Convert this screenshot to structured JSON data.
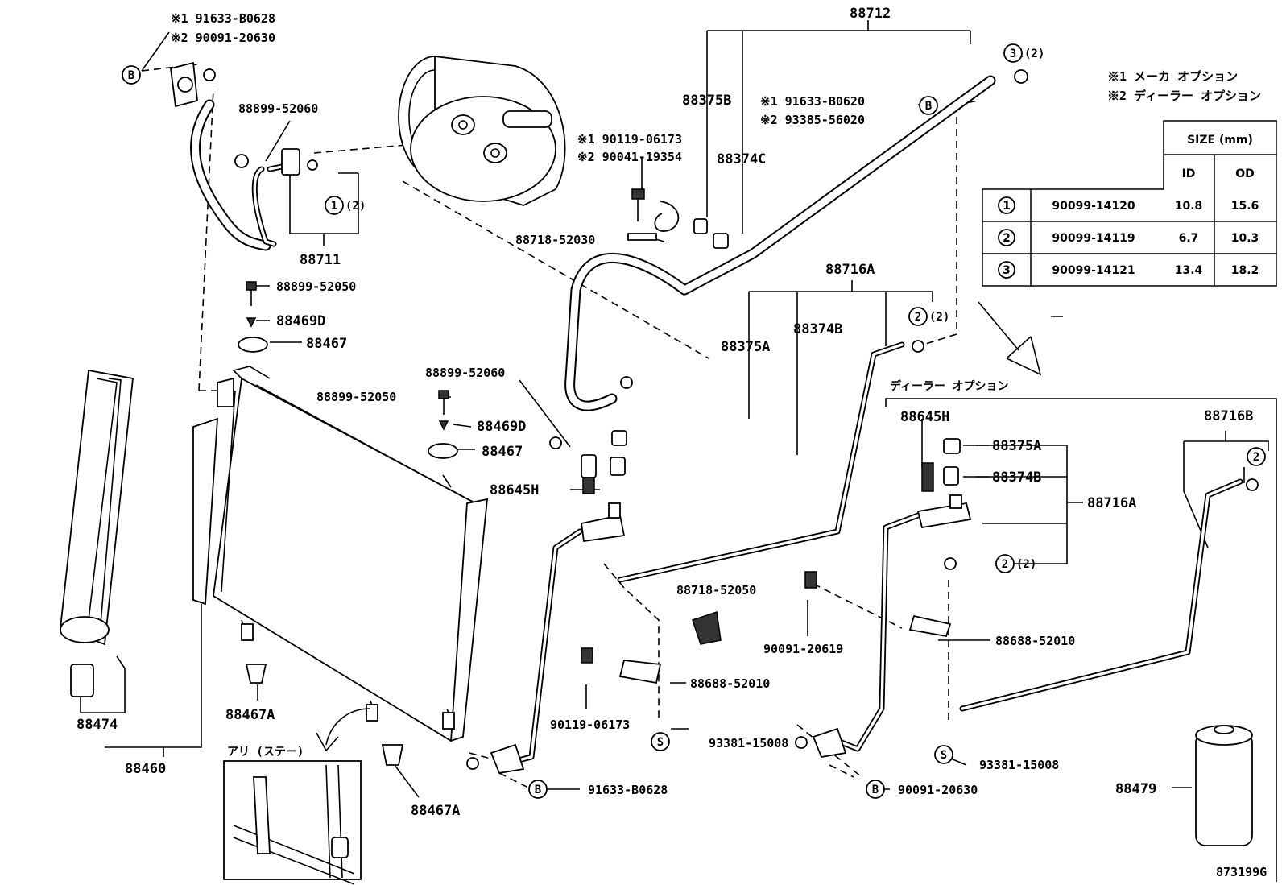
{
  "notes": {
    "legend_1": "※1 メーカ オプション",
    "legend_2": "※2 ディーラー オプション",
    "dealer_option": "ディーラー オプション",
    "inset_label": "アリ (ステー)",
    "diagram_code": "873199G"
  },
  "size_table": {
    "header": "SIZE (mm)",
    "col_id": "ID",
    "col_od": "OD",
    "rows": [
      {
        "ref": "1",
        "part": "90099-14120",
        "id": "10.8",
        "od": "15.6"
      },
      {
        "ref": "2",
        "part": "90099-14119",
        "id": "6.7",
        "od": "10.3"
      },
      {
        "ref": "3",
        "part": "90099-14121",
        "id": "13.4",
        "od": "18.2"
      }
    ]
  },
  "symbols": {
    "b": "B",
    "s": "S",
    "r1": "1",
    "r2": "2",
    "r3": "3",
    "qty2": "(2)"
  },
  "labels": {
    "bolt_b_1_1": "※1 91633-B0628",
    "bolt_b_1_2": "※2 90091-20630",
    "bolt_b_2_1": "※1 91633-B0620",
    "bolt_b_2_2": "※2 93385-56020",
    "bolt_c_1": "※1 90119-06173",
    "bolt_c_2": "※2 90041-19354",
    "p88712": "88712",
    "p88375B": "88375B",
    "p88374C": "88374C",
    "p88899_52060_a": "88899-52060",
    "p88711": "88711",
    "p88718_52030": "88718-52030",
    "p88899_52050_a": "88899-52050",
    "p88469D_a": "88469D",
    "p88467_a": "88467",
    "p88716A_top": "88716A",
    "p88374B_top": "88374B",
    "p88375A_top": "88375A",
    "p88899_52060_b": "88899-52060",
    "p88899_52050_b": "88899-52050",
    "p88469D_b": "88469D",
    "p88467_b": "88467",
    "p88645H_a": "88645H",
    "p88645H_b": "88645H",
    "p88375A_r": "88375A",
    "p88374B_r": "88374B",
    "p88716A_r": "88716A",
    "p88716B": "88716B",
    "p88718_52050": "88718-52050",
    "p90091_20619": "90091-20619",
    "p88688_52010_a": "88688-52010",
    "p88688_52010_b": "88688-52010",
    "p90119_06173": "90119-06173",
    "p93381_15008_a": "93381-15008",
    "p93381_15008_b": "93381-15008",
    "p91633_B0628": "91633-B0628",
    "p90091_20630": "90091-20630",
    "p88474": "88474",
    "p88460": "88460",
    "p88467A_a": "88467A",
    "p88467A_b": "88467A",
    "p88479": "88479"
  }
}
